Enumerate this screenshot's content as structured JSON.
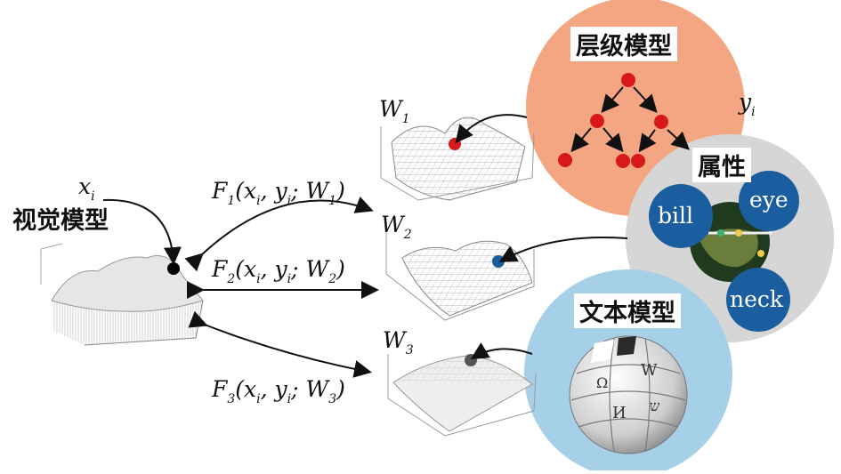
{
  "visual_model": {
    "title": "视觉模型",
    "input_symbol": "x",
    "input_sub": "i"
  },
  "hierarchy_model": {
    "title": "层级模型",
    "output_symbol": "y",
    "output_sub": "i"
  },
  "attribute_model": {
    "title": "属性",
    "items": [
      "bill",
      "eye",
      "neck"
    ]
  },
  "text_model": {
    "title": "文本模型"
  },
  "weights": [
    {
      "symbol": "W",
      "sub": "1"
    },
    {
      "symbol": "W",
      "sub": "2"
    },
    {
      "symbol": "W",
      "sub": "3"
    }
  ],
  "functions": [
    {
      "f": "F",
      "fsub": "1",
      "x": "x",
      "y": "y",
      "w": "W",
      "wsub": "1",
      "i": "i"
    },
    {
      "f": "F",
      "fsub": "2",
      "x": "x",
      "y": "y",
      "w": "W",
      "wsub": "2",
      "i": "i"
    },
    {
      "f": "F",
      "fsub": "3",
      "x": "x",
      "y": "y",
      "w": "W",
      "wsub": "3",
      "i": "i"
    }
  ],
  "colors": {
    "hierarchy_bg": "#f4a582",
    "attribute_bg": "#d6d6d6",
    "text_bg": "#a6cfe8",
    "attribute_node": "#1a5ea0",
    "tree_node": "#d7191c"
  }
}
